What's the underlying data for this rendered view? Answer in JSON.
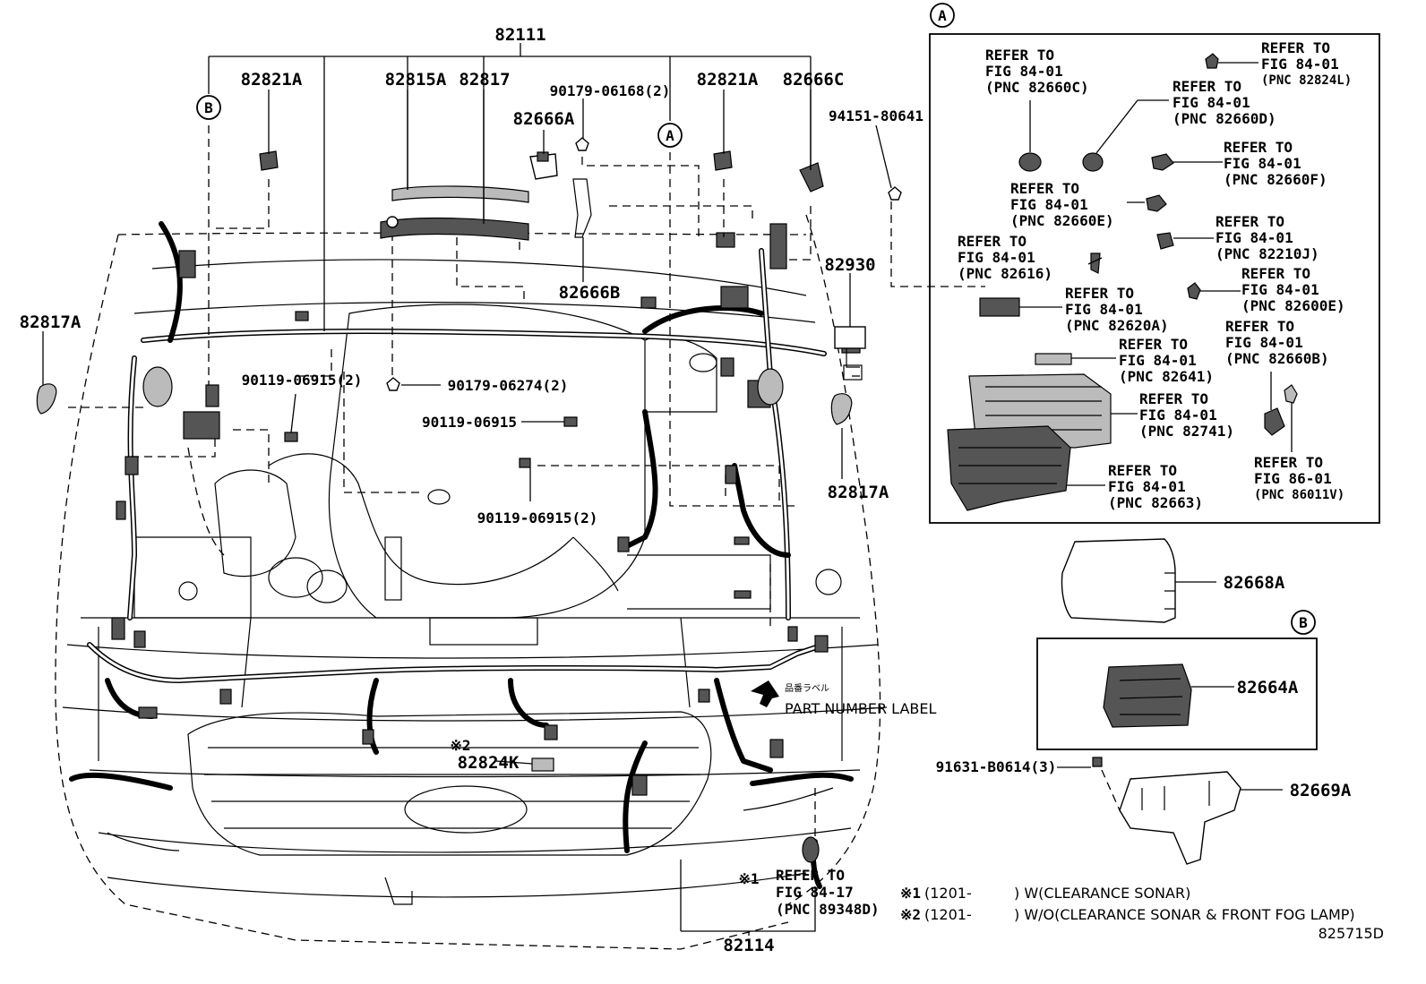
{
  "diagram_id": "825715D",
  "callouts": {
    "c82111": "82111",
    "c82821A_left": "82821A",
    "c82821A_right": "82821A",
    "c82815A": "82815A",
    "c82817": "82817",
    "c90179_06168": "90179-06168(2)",
    "c82666A": "82666A",
    "c82666C": "82666C",
    "c94151_80641": "94151-80641",
    "c82930": "82930",
    "c82666B": "82666B",
    "c82817A_left": "82817A",
    "c82817A_right": "82817A",
    "c90119_06915_2a": "90119-06915(2)",
    "c90179_06274": "90179-06274(2)",
    "c90119_06915": "90119-06915",
    "c90119_06915_2b": "90119-06915(2)",
    "c82824K": "82824K",
    "c82114": "82114",
    "c82668A": "82668A",
    "c82664A": "82664A",
    "c91631_B0614": "91631-B0614(3)",
    "c82669A": "82669A"
  },
  "circle_markers": {
    "a": "A",
    "b": "B"
  },
  "notes": {
    "mark2_near_82824K": "※2",
    "mark1_near_refer": "※1",
    "part_number_label_jp": "品番ラベル",
    "part_number_label": "PART NUMBER LABEL"
  },
  "refer_bottom": {
    "l1": "REFER TO",
    "l2": "FIG 84-17",
    "l3": "(PNC 89348D)"
  },
  "footnotes": {
    "n1_mark": "※1",
    "n1_code": "(1201-",
    "n1_text": ") W(CLEARANCE SONAR)",
    "n2_mark": "※2",
    "n2_code": "(1201-",
    "n2_text": ") W/O(CLEARANCE SONAR & FRONT FOG LAMP)"
  },
  "detail_a_refs": [
    {
      "l1": "REFER TO",
      "l2": "FIG 84-01",
      "l3": "(PNC 82660C)"
    },
    {
      "l1": "REFER TO",
      "l2": "FIG 84-01",
      "l3": "(PNC 82824L)"
    },
    {
      "l1": "REFER TO",
      "l2": "FIG 84-01",
      "l3": "(PNC 82660D)"
    },
    {
      "l1": "REFER TO",
      "l2": "FIG 84-01",
      "l3": "(PNC 82660F)"
    },
    {
      "l1": "REFER TO",
      "l2": "FIG 84-01",
      "l3": "(PNC 82660E)"
    },
    {
      "l1": "REFER TO",
      "l2": "FIG 84-01",
      "l3": "(PNC 82210J)"
    },
    {
      "l1": "REFER TO",
      "l2": "FIG 84-01",
      "l3": "(PNC 82616)"
    },
    {
      "l1": "REFER TO",
      "l2": "FIG 84-01",
      "l3": "(PNC 82600E)"
    },
    {
      "l1": "REFER TO",
      "l2": "FIG 84-01",
      "l3": "(PNC 82620A)"
    },
    {
      "l1": "REFER TO",
      "l2": "FIG 84-01",
      "l3": "(PNC 82660B)"
    },
    {
      "l1": "REFER TO",
      "l2": "FIG 84-01",
      "l3": "(PNC 82641)"
    },
    {
      "l1": "REFER TO",
      "l2": "FIG 84-01",
      "l3": "(PNC 82741)"
    },
    {
      "l1": "REFER TO",
      "l2": "FIG 86-01",
      "l3": "(PNC 86011V)"
    },
    {
      "l1": "REFER TO",
      "l2": "FIG 84-01",
      "l3": "(PNC 82663)"
    }
  ]
}
